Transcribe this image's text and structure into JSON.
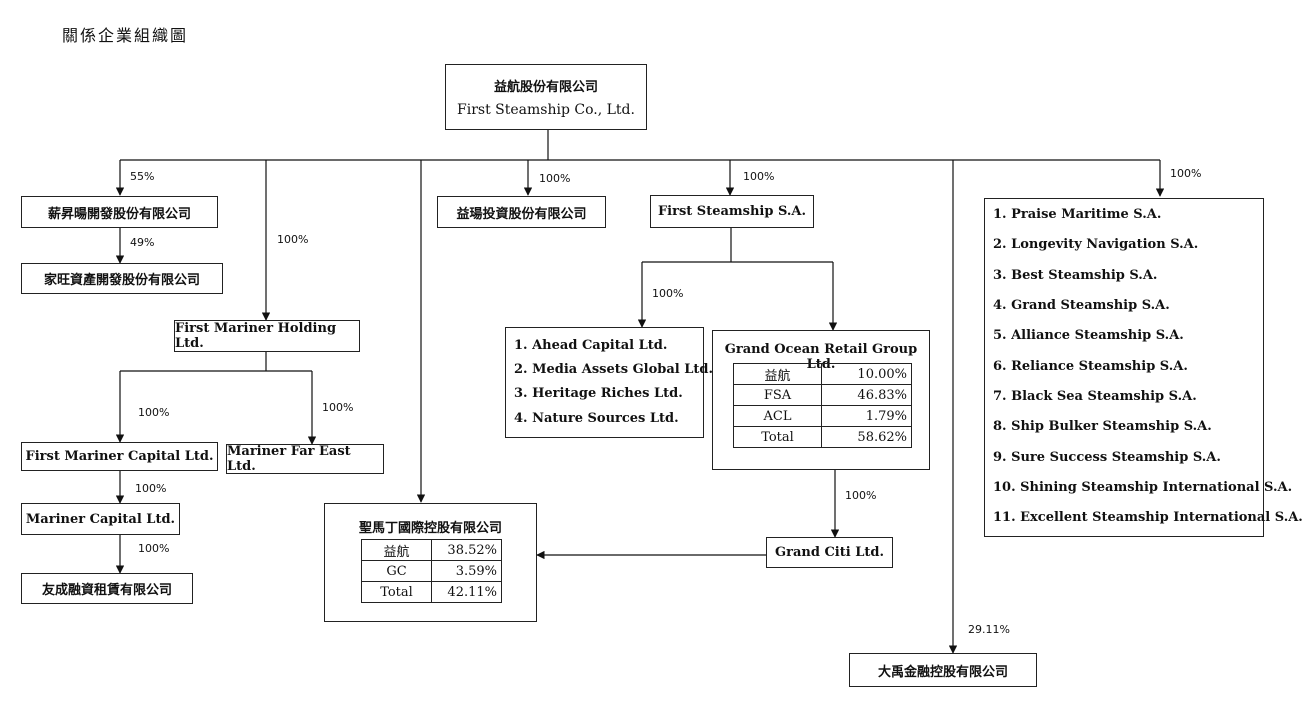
{
  "title": "關係企業組織圖",
  "root": {
    "name_zh": "益航股份有限公司",
    "name_en": "First Steamship Co., Ltd."
  },
  "companies": {
    "xinsheng": "薪昇暘開發股份有限公司",
    "jiawang": "家旺資產開發股份有限公司",
    "yiyang": "益瑒投資股份有限公司",
    "first_steamship_sa": "First Steamship S.A.",
    "first_mariner_holding": "First Mariner Holding Ltd.",
    "first_mariner_capital": "First Mariner Capital Ltd.",
    "mariner_far_east": "Mariner Far East Ltd.",
    "mariner_capital": "Mariner Capital Ltd.",
    "youcheng": "友成融資租賃有限公司",
    "grand_citi": "Grand Citi Ltd.",
    "dayu": "大禹金融控股有限公司"
  },
  "percentages": {
    "root_xinsheng": "55%",
    "xinsheng_jiawang": "49%",
    "root_fmh": "100%",
    "root_yiyang": "100%",
    "root_fssa": "100%",
    "root_list": "100%",
    "fssa_ahead": "100%",
    "fmh_fmc": "100%",
    "fmh_mfe": "100%",
    "fmc_mc": "100%",
    "mc_youcheng": "100%",
    "gorg_citi": "100%",
    "root_dayu": "29.11%"
  },
  "ahead_group": [
    "1. Ahead Capital Ltd.",
    "2. Media Assets Global Ltd.",
    "3. Heritage Riches Ltd.",
    "4. Nature Sources Ltd."
  ],
  "grand_ocean": {
    "title": "Grand Ocean Retail Group Ltd.",
    "rows": [
      {
        "name": "益航",
        "value": "10.00%"
      },
      {
        "name": "FSA",
        "value": "46.83%"
      },
      {
        "name": "ACL",
        "value": "1.79%"
      },
      {
        "name": "Total",
        "value": "58.62%"
      }
    ]
  },
  "st_martin": {
    "title": "聖馬丁國際控股有限公司",
    "rows": [
      {
        "name": "益航",
        "value": "38.52%"
      },
      {
        "name": "GC",
        "value": "3.59%"
      },
      {
        "name": "Total",
        "value": "42.11%"
      }
    ]
  },
  "steamship_list": [
    "1. Praise Maritime S.A.",
    "2. Longevity Navigation S.A.",
    "3. Best Steamship S.A.",
    "4. Grand Steamship S.A.",
    "5. Alliance Steamship S.A.",
    "6. Reliance Steamship S.A.",
    "7. Black Sea Steamship S.A.",
    "8. Ship Bulker Steamship S.A.",
    "9. Sure Success Steamship S.A.",
    "10. Shining Steamship International S.A.",
    "11. Excellent Steamship International S.A."
  ]
}
